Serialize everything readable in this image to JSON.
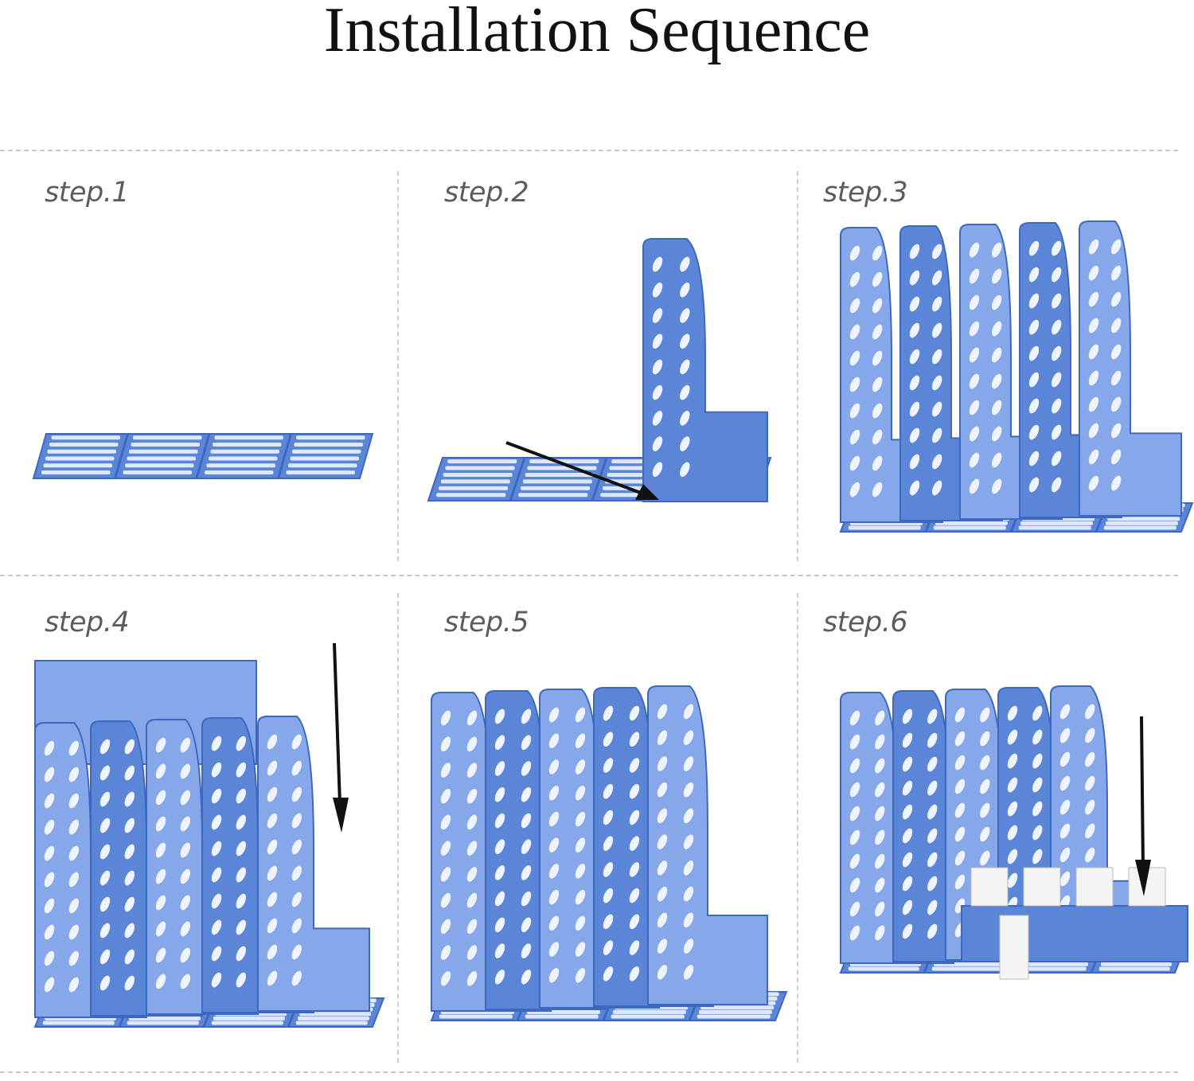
{
  "title": "Installation Sequence",
  "steps": [
    {
      "label": "step.1"
    },
    {
      "label": "step.2"
    },
    {
      "label": "step.3"
    },
    {
      "label": "step.4"
    },
    {
      "label": "step.5"
    },
    {
      "label": "step.6"
    }
  ],
  "colors": {
    "plastic": "#5b86d8",
    "plastic_dark": "#3e67bf",
    "plastic_light": "#86a8ea",
    "arrow": "#111111",
    "divider": "#c8c8c8",
    "label": "#5c5c5c"
  },
  "icons": [
    "base-tray-icon",
    "divider-plate-icon",
    "arrow-icon",
    "label-card-icon"
  ]
}
